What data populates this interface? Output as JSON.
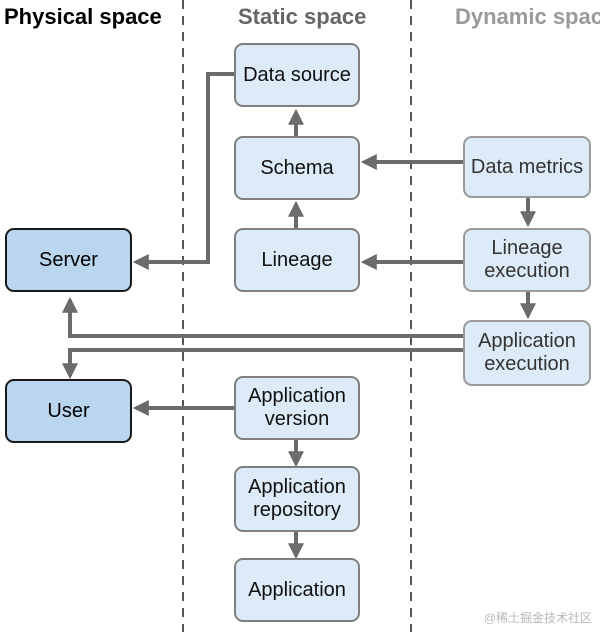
{
  "columns": {
    "physical": "Physical space",
    "static": "Static space",
    "dynamic": "Dynamic space"
  },
  "nodes": {
    "data_source": "Data source",
    "schema": "Schema",
    "lineage": "Lineage",
    "data_metrics": "Data metrics",
    "lineage_execution": "Lineage\nexecution",
    "application_execution": "Application\nexecution",
    "server": "Server",
    "user": "User",
    "application_version": "Application\nversion",
    "application_repository": "Application\nrepository",
    "application": "Application"
  },
  "watermark": "@稀土掘金技术社区",
  "colors": {
    "static_fill": "#dcebf7",
    "physical_fill": "#b9d6ee",
    "arrow": "#6b6b6b"
  }
}
